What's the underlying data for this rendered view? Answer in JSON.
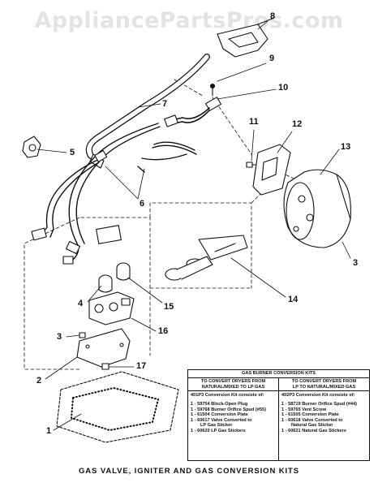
{
  "watermark": "AppliancePartsPros.com",
  "callouts": [
    "1",
    "2",
    "3",
    "3",
    "4",
    "5",
    "6",
    "7",
    "8",
    "9",
    "10",
    "11",
    "12",
    "13",
    "14",
    "15",
    "16",
    "17"
  ],
  "caption": "GAS VALVE, IGNITER AND GAS CONVERSION KITS",
  "kit_table": {
    "title": "GAS BURNER CONVERSION KITS",
    "left": {
      "head": [
        "TO CONVERT DRYERS FROM",
        "NATURAL/MIXED TO LP GAS"
      ],
      "sub": "401P3 Conversion Kit consists of:",
      "items": [
        "1 - 59754 Block-Open Plug",
        "1 - 59768 Burner Orifice Spud (#55)",
        "1 - 61504 Conversion Plate",
        "1 - 60617 Valve Converted to",
        "LP Gas Sticker",
        "1 - 60620 LP Gas Stickers"
      ]
    },
    "right": {
      "head": [
        "TO CONVERT DRYERS FROM",
        "LP TO NATURAL/MIXED GAS"
      ],
      "sub": "402P3 Conversion Kit consists of:",
      "items": [
        "1 - 58719 Burner Orifice Spud (#44)",
        "1 - 59765 Vent Screw",
        "1 - 61505 Conversion Plate",
        "1 - 60618 Valve Converted to",
        "Natural Gas Sticker",
        "1 - 60621 Natural Gas Stickers"
      ]
    }
  }
}
